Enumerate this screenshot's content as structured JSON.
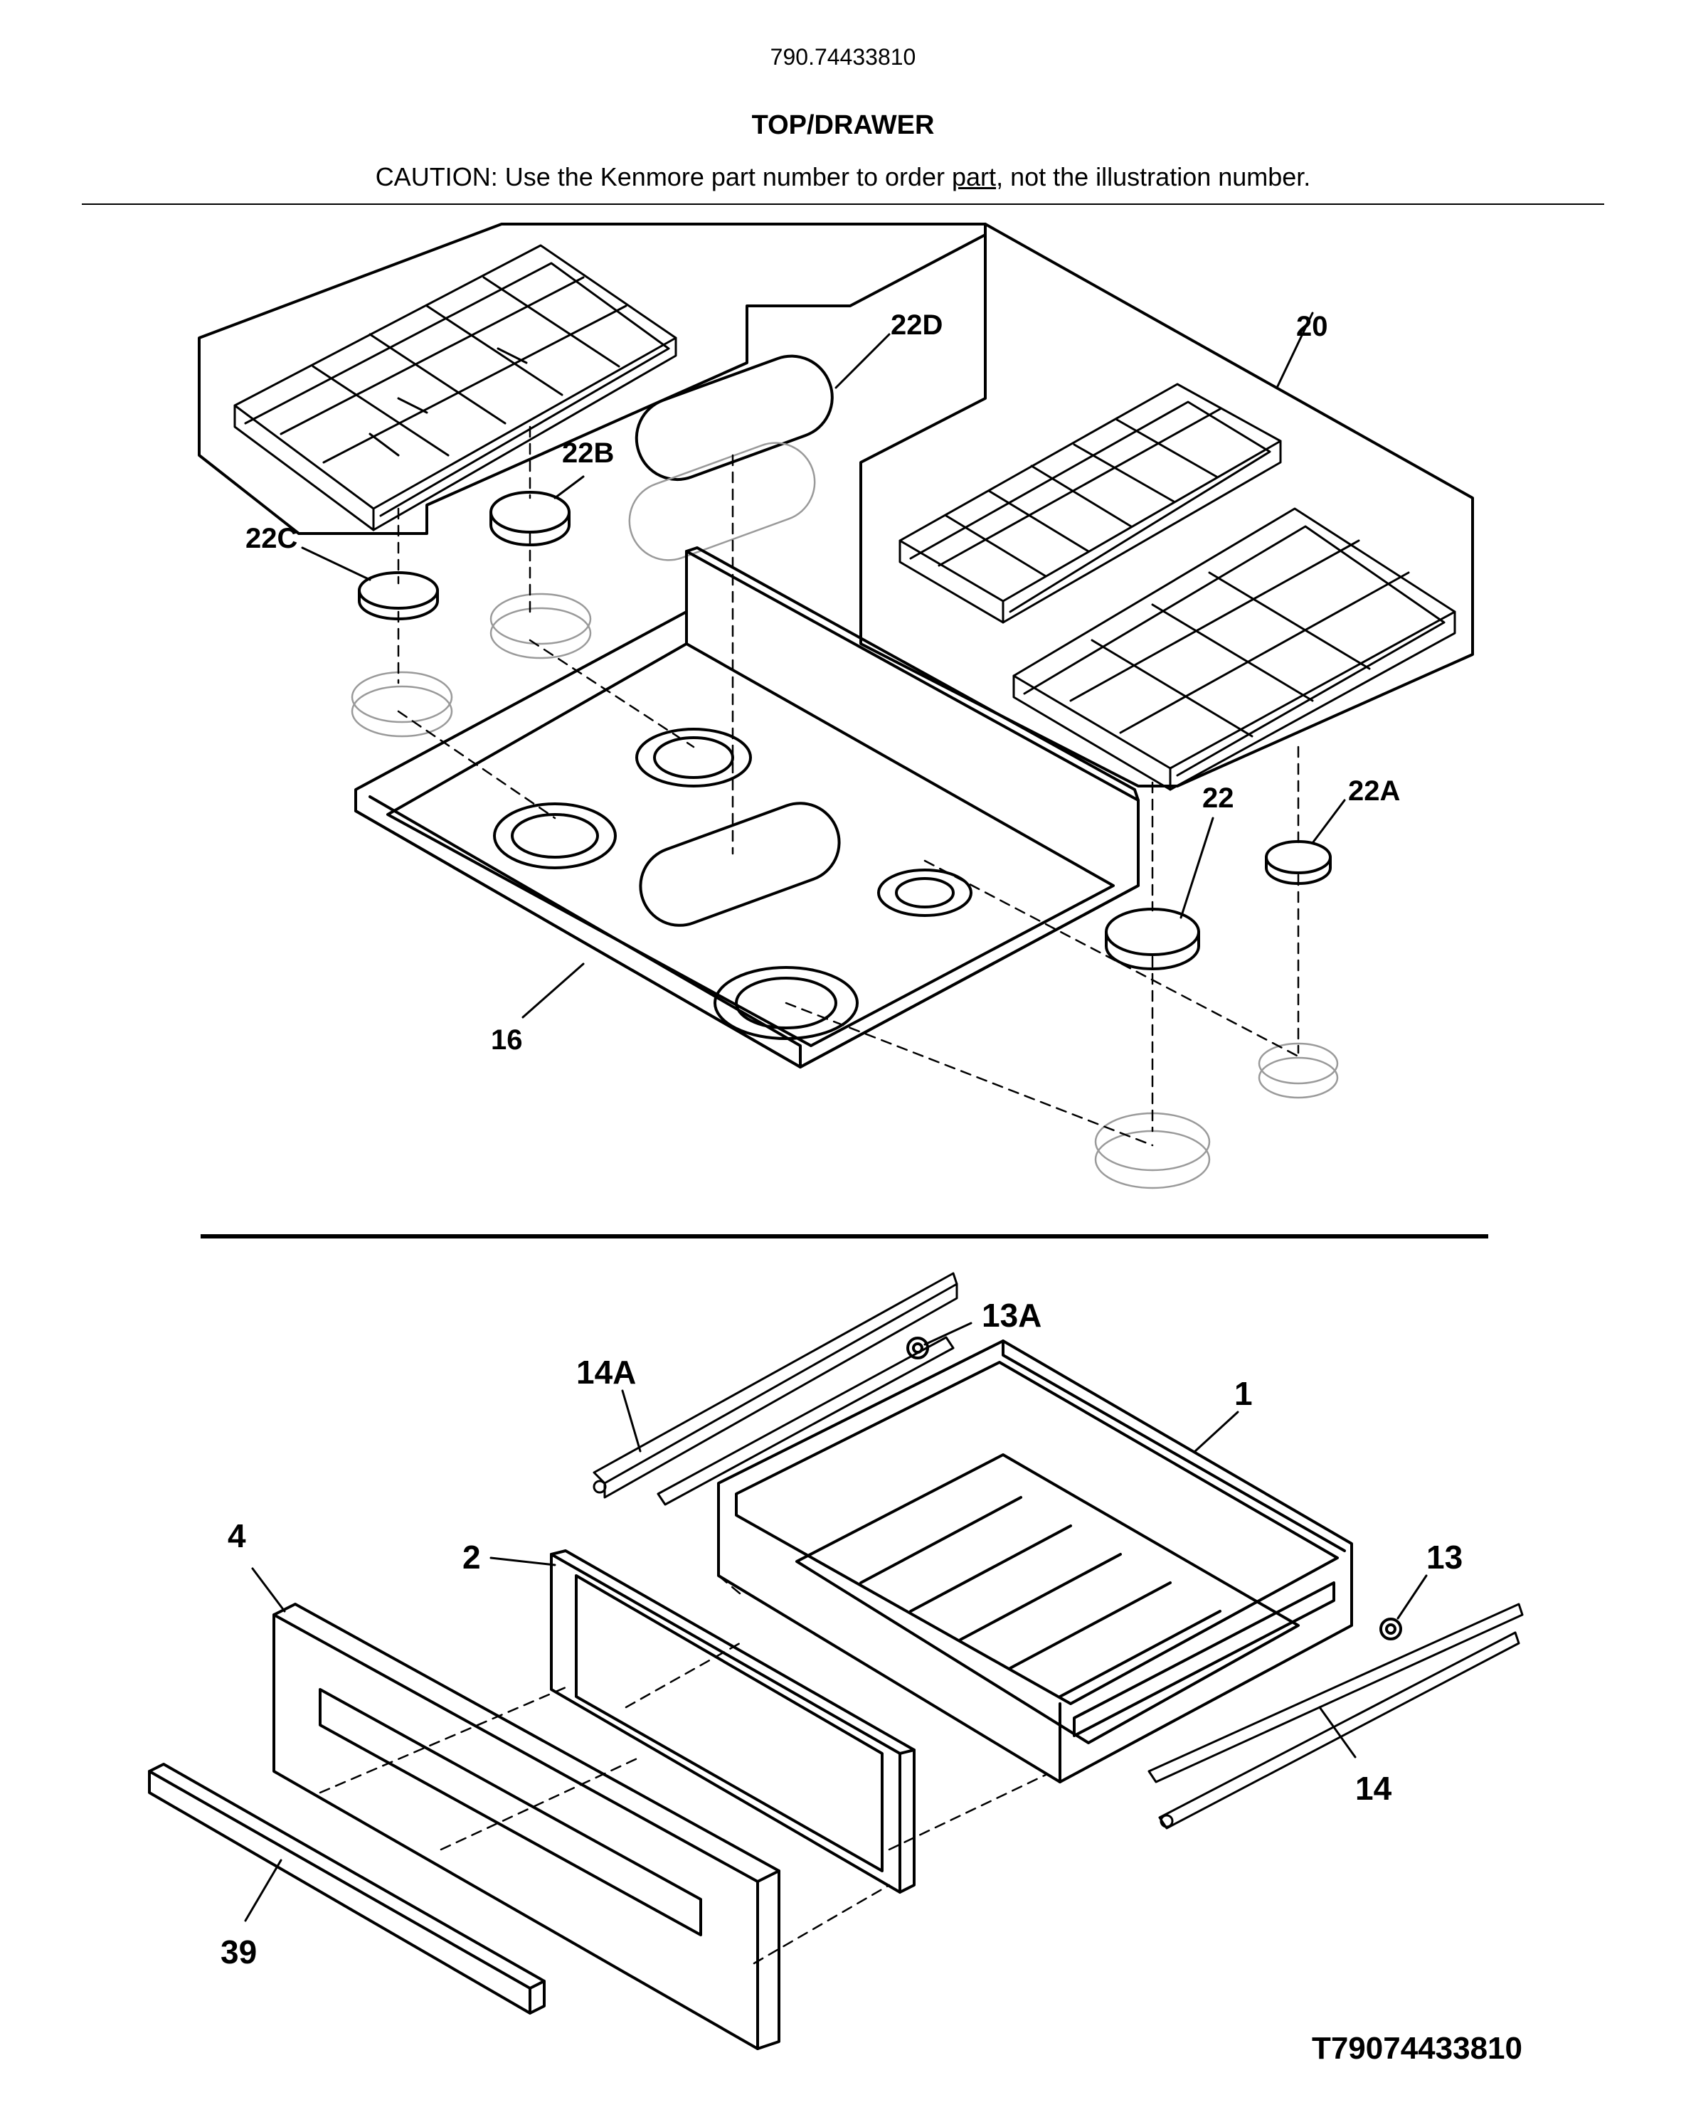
{
  "header": {
    "model_number": "790.74433810",
    "section_title": "TOP/DRAWER",
    "caution_prefix": "CAUTION: Use the Kenmore part number to order ",
    "caution_link": "part",
    "caution_suffix": ", not the illustration number."
  },
  "top_callouts": {
    "c20": "20",
    "c22d": "22D",
    "c22b": "22B",
    "c22c": "22C",
    "c22": "22",
    "c22a": "22A",
    "c16": "16"
  },
  "drawer_callouts": {
    "c13a": "13A",
    "c14a": "14A",
    "c1": "1",
    "c4": "4",
    "c2": "2",
    "c13": "13",
    "c14": "14",
    "c39": "39"
  },
  "footer": {
    "diagram_code": "T79074433810"
  }
}
